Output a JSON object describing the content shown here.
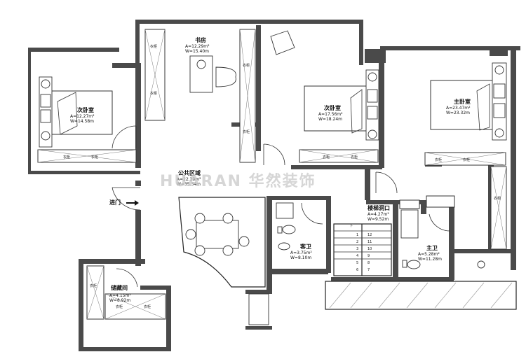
{
  "watermark": "HUARAN 华然装饰",
  "entry_label": "进门",
  "stair_down": "下",
  "stair_steps": [
    "1",
    "2",
    "3",
    "4",
    "5",
    "6",
    "7",
    "8",
    "9",
    "10",
    "11",
    "12"
  ],
  "cabinet_label": "衣柜",
  "rooms": {
    "bedroom2": {
      "name": "次卧室",
      "area": "A=12.27m²",
      "perimeter": "W=14.58m"
    },
    "study": {
      "name": "书房",
      "area": "A=12.29m²",
      "perimeter": "W=15.40m"
    },
    "bedroom3": {
      "name": "次卧室",
      "area": "A=17.56m²",
      "perimeter": "W=18.24m"
    },
    "master": {
      "name": "主卧室",
      "area": "A=23.47m²",
      "perimeter": "W=23.32m"
    },
    "public": {
      "name": "公共区域",
      "area": "A=22.39m²",
      "perimeter": "W=35.34m"
    },
    "stairs": {
      "name": "楼梯洞口",
      "area": "A=4.27m²",
      "perimeter": "W=9.52m"
    },
    "guest_bath": {
      "name": "客卫",
      "area": "A=3.75m²",
      "perimeter": "W=8.10m"
    },
    "master_bath": {
      "name": "主卫",
      "area": "A=5.28m²",
      "perimeter": "W=11.28m"
    },
    "storage": {
      "name": "储藏间",
      "area": "A=4.15m²",
      "perimeter": "W=8.92m"
    }
  }
}
